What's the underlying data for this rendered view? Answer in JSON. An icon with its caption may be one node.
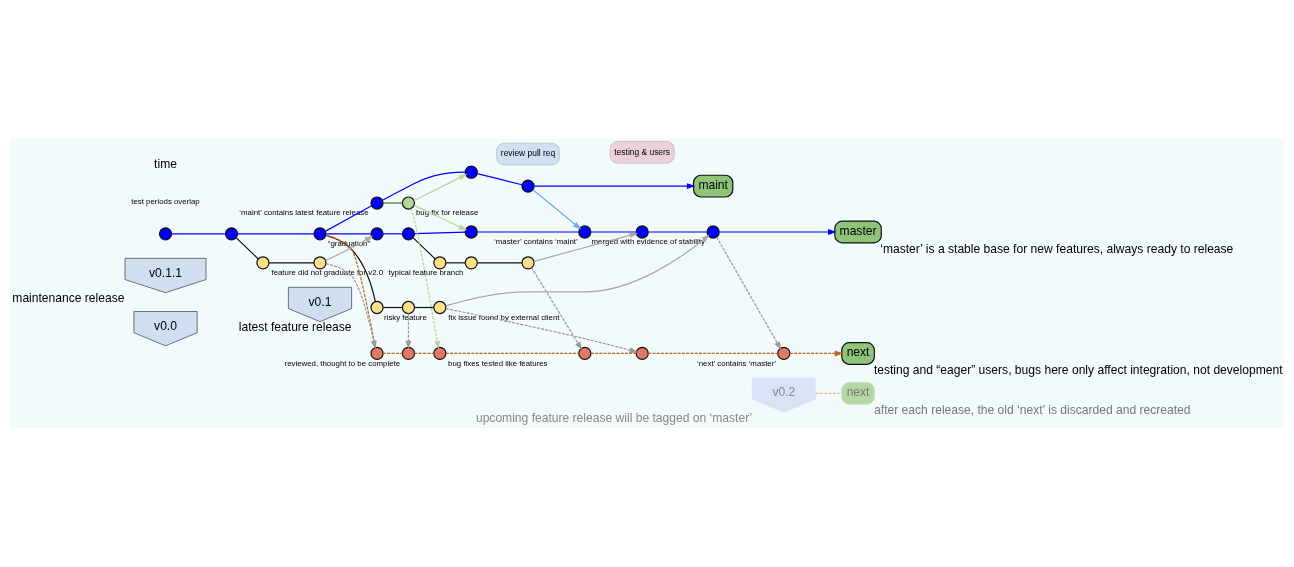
{
  "diagram": {
    "nodes": [
      {
        "text": [
          "v0.0"
        ]
      },
      {
        "text": [
          "v0.1"
        ],
        "beside": [
          "latest feature release"
        ]
      },
      {
        "text": [
          "v0.1.1"
        ],
        "beside": [
          "maintenance release"
        ]
      },
      {
        "text": [
          "maint"
        ]
      },
      {
        "text": [
          "v0.2"
        ],
        "beside": [
          "upcoming feature release will be tagged on ‘master’"
        ]
      },
      {
        "text": [
          "master"
        ],
        "beside": [
          "‘master’ is a stable base for new features, always ready to release"
        ]
      },
      {
        "text": [
          "next"
        ],
        "beside": [
          "after each release, the old ‘next’ is discarded and recreated"
        ]
      },
      {
        "text": [
          "next"
        ],
        "beside": [
          "testing and “eager” users, bugs here only affect integration, not development"
        ]
      },
      {
        "text": [
          "review pull req"
        ]
      },
      {
        "text": [
          "testing & users"
        ]
      },
      {
        "text": [],
        "shape": "circle",
        "beside": [
          "‘maint’ contains latest feature release"
        ]
      },
      {
        "text": [],
        "shape": "circle"
      },
      {
        "text": [],
        "shape": "circle"
      },
      {
        "text": [],
        "shape": "circle"
      },
      {
        "text": [],
        "shape": "circle"
      },
      {
        "text": [],
        "shape": "circle"
      },
      {
        "text": [],
        "shape": "circle",
        "beside": [
          "“graduation”"
        ]
      },
      {
        "text": [],
        "shape": "circle"
      },
      {
        "text": [],
        "shape": "circle"
      },
      {
        "text": [],
        "shape": "circle",
        "beside": [
          "‘master’ contains ‘maint’"
        ]
      },
      {
        "text": [],
        "shape": "circle"
      },
      {
        "text": [],
        "shape": "circle",
        "beside": [
          "merged with evidence of stability"
        ]
      },
      {
        "text": [],
        "shape": "circle",
        "beside": [
          "bug fix for release"
        ]
      },
      {
        "text": [],
        "shape": "circle",
        "beside": [
          "feature did not graduate for v2.0"
        ]
      },
      {
        "text": [],
        "shape": "circle"
      },
      {
        "text": [],
        "shape": "circle",
        "beside": [
          "risky feature"
        ]
      },
      {
        "text": [],
        "shape": "circle"
      },
      {
        "text": [],
        "shape": "circle"
      },
      {
        "text": [],
        "shape": "circle",
        "beside": [
          "typical feature branch"
        ]
      },
      {
        "text": [],
        "shape": "circle"
      },
      {
        "text": [],
        "shape": "circle",
        "beside": [
          "fix issue found by external client"
        ]
      },
      {
        "text": [],
        "shape": "circle"
      },
      {
        "text": [],
        "shape": "circle",
        "beside": [
          "reviewed, thought to be complete"
        ]
      },
      {
        "text": [],
        "shape": "circle",
        "beside": [
          "bug fixes tested like features"
        ]
      },
      {
        "text": [],
        "shape": "circle"
      },
      {
        "text": [],
        "shape": "circle"
      },
      {
        "text": [],
        "shape": "circle",
        "beside": [
          "‘next’ contains ‘master’"
        ]
      }
    ],
    "edges": [
      {
        "from": 13,
        "to": 14,
        "arrow": "none"
      },
      {
        "from": 14,
        "to": 15,
        "arrow": "none"
      },
      {
        "from": 15,
        "to": 16,
        "arrow": "none"
      },
      {
        "from": 16,
        "to": 17,
        "arrow": "none"
      },
      {
        "from": 17,
        "to": 18,
        "arrow": "none"
      },
      {
        "from": 18,
        "to": 19,
        "arrow": "none"
      },
      {
        "from": 19,
        "to": 20,
        "arrow": "none"
      },
      {
        "from": 20,
        "to": 21,
        "arrow": "none"
      },
      {
        "from": 21,
        "to": 5,
        "arrow": "to"
      },
      {
        "from": 15,
        "to": 10,
        "arrow": "none"
      },
      {
        "from": 10,
        "to": 11,
        "arrow": "none"
      },
      {
        "from": 11,
        "to": 12,
        "arrow": "none"
      },
      {
        "from": 12,
        "to": 3,
        "arrow": "to"
      },
      {
        "from": 10,
        "to": 22,
        "arrow": "none",
        "color": "#3a7d2a"
      },
      {
        "from": 22,
        "to": 11,
        "arrow": "to",
        "color": "#b5d6a0"
      },
      {
        "from": 22,
        "to": 18,
        "arrow": "to",
        "color": "#b5d6a0"
      },
      {
        "from": 12,
        "to": 19,
        "arrow": "to",
        "color": "#6fa8f0"
      },
      {
        "from": 14,
        "to": 23,
        "arrow": "none",
        "color": "#111111"
      },
      {
        "from": 23,
        "to": 24,
        "arrow": "none",
        "color": "#111111"
      },
      {
        "from": 24,
        "to": 16,
        "arrow": "to",
        "color": "#a8a8a8"
      },
      {
        "from": 15,
        "to": 25,
        "arrow": "none",
        "color": "#111111"
      },
      {
        "from": 25,
        "to": 26,
        "arrow": "none",
        "color": "#111111"
      },
      {
        "from": 26,
        "to": 30,
        "arrow": "none",
        "color": "#111111"
      },
      {
        "from": 30,
        "to": 21,
        "arrow": "to",
        "color": "#a8a8a8"
      },
      {
        "from": 17,
        "to": 27,
        "arrow": "none",
        "color": "#111111"
      },
      {
        "from": 27,
        "to": 28,
        "arrow": "none",
        "color": "#111111"
      },
      {
        "from": 28,
        "to": 29,
        "arrow": "none",
        "color": "#111111"
      },
      {
        "from": 29,
        "to": 20,
        "arrow": "to",
        "color": "#a8a8a8"
      },
      {
        "from": 24,
        "to": 31,
        "arrow": "to",
        "style": "dashed",
        "color": "#999999"
      },
      {
        "from": 26,
        "to": 32,
        "arrow": "to",
        "style": "dashed",
        "color": "#999999"
      },
      {
        "from": 22,
        "to": 33,
        "arrow": "to",
        "style": "dashed",
        "color": "#b5d6a0"
      },
      {
        "from": 29,
        "to": 34,
        "arrow": "to",
        "style": "dashed",
        "color": "#999999"
      },
      {
        "from": 30,
        "to": 35,
        "arrow": "to",
        "style": "dashed",
        "color": "#999999"
      },
      {
        "from": 21,
        "to": 36,
        "arrow": "to",
        "style": "dashed",
        "color": "#999999"
      },
      {
        "from": 15,
        "to": 31,
        "arrow": "none",
        "style": "dashed",
        "color": "#c0651a"
      },
      {
        "from": 31,
        "to": 32,
        "arrow": "none",
        "style": "dashed",
        "color": "#c0651a"
      },
      {
        "from": 32,
        "to": 33,
        "arrow": "none",
        "style": "dashed",
        "color": "#c0651a"
      },
      {
        "from": 33,
        "to": 34,
        "arrow": "none",
        "style": "dashed",
        "color": "#c0651a"
      },
      {
        "from": 34,
        "to": 35,
        "arrow": "none",
        "style": "dashed",
        "color": "#c0651a"
      },
      {
        "from": 35,
        "to": 36,
        "arrow": "none",
        "style": "dashed",
        "color": "#c0651a"
      },
      {
        "from": 36,
        "to": 7,
        "arrow": "to",
        "style": "dashed",
        "color": "#c0651a"
      },
      {
        "from": 4,
        "to": 6,
        "arrow": "none",
        "style": "dashed",
        "color": "#f5b97a"
      }
    ],
    "labels": [
      "test periods overlap",
      "time"
    ]
  }
}
